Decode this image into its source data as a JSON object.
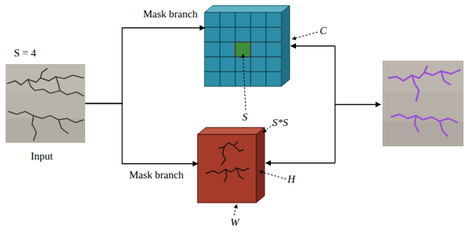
{
  "diagram": {
    "nodes": [
      {
        "text": [
          "S = 4",
          "Input"
        ]
      },
      {
        "text": [
          "Mask branch"
        ]
      },
      {
        "text": [
          "Mask branch"
        ]
      }
    ],
    "edges": [
      {
        "from": 0,
        "to": 1,
        "arrow": "to"
      },
      {
        "from": 0,
        "to": 2,
        "arrow": "to"
      }
    ],
    "labels": [
      "C",
      "S",
      "S*S",
      "H",
      "W"
    ]
  }
}
